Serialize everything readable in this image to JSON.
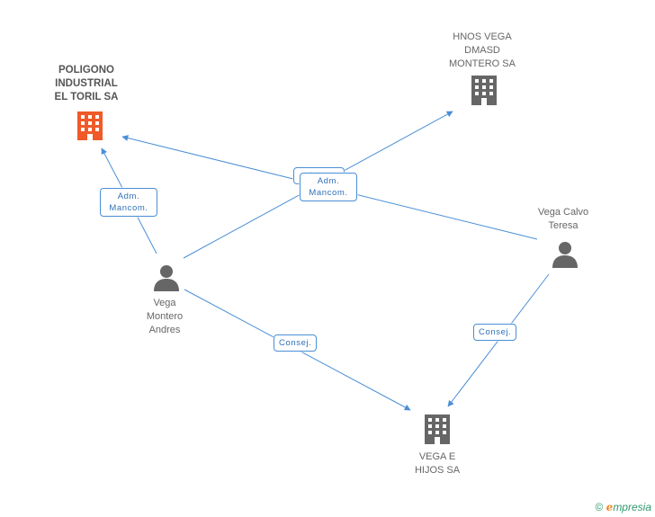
{
  "diagram": {
    "nodes": {
      "poligono": {
        "label_lines": [
          "POLIGONO",
          "INDUSTRIAL",
          "EL TORIL SA"
        ],
        "type": "company",
        "color": "#f05a28"
      },
      "hnos_vega": {
        "label_lines": [
          "HNOS VEGA",
          "DMASD",
          "MONTERO SA"
        ],
        "type": "company",
        "color": "#666666"
      },
      "vega_e_hijos": {
        "label_lines": [
          "VEGA E",
          "HIJOS SA"
        ],
        "type": "company",
        "color": "#666666"
      },
      "vega_calvo": {
        "label_lines": [
          "Vega Calvo",
          "Teresa"
        ],
        "type": "person",
        "color": "#666666"
      },
      "vega_montero": {
        "label_lines": [
          "Vega",
          "Montero",
          "Andres"
        ],
        "type": "person",
        "color": "#666666"
      }
    },
    "edge_labels": {
      "adm_left": [
        "Adm.",
        "Mancom."
      ],
      "adm_center_back": [
        "Adm.",
        "Mancom."
      ],
      "adm_center_front": [
        "Adm.",
        "Mancom."
      ],
      "consej_left": [
        "Consej."
      ],
      "consej_right": [
        "Consej."
      ]
    },
    "colors": {
      "edge": "#4a8fd6",
      "node": "#666666",
      "highlight": "#f05a28"
    }
  },
  "footer": {
    "copyright": "©",
    "brand_initial": "e",
    "brand_rest": "mpresia"
  }
}
